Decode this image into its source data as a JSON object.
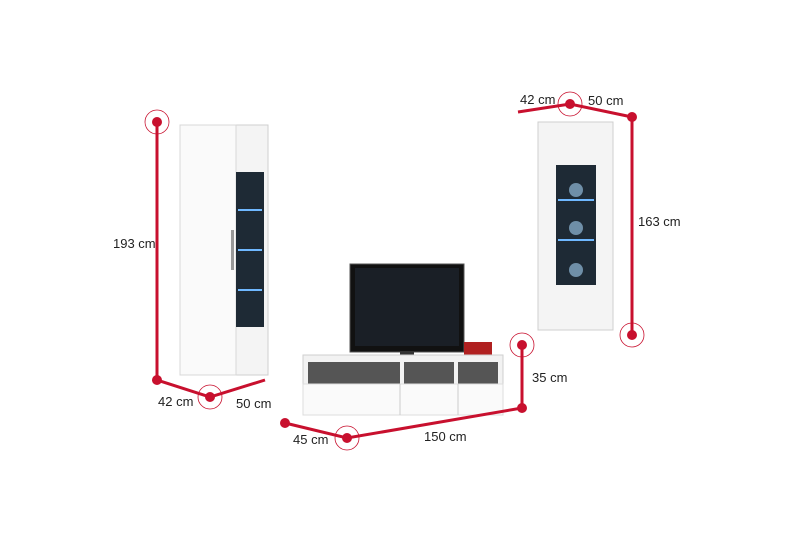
{
  "accent_color": "#c8102e",
  "left_cabinet": {
    "height": "193 cm",
    "depth": "42 cm",
    "width": "50 cm"
  },
  "right_cabinet": {
    "depth": "42 cm",
    "width": "50 cm",
    "height": "163 cm"
  },
  "tv_stand": {
    "height": "35 cm",
    "width": "150 cm",
    "depth": "45 cm"
  }
}
